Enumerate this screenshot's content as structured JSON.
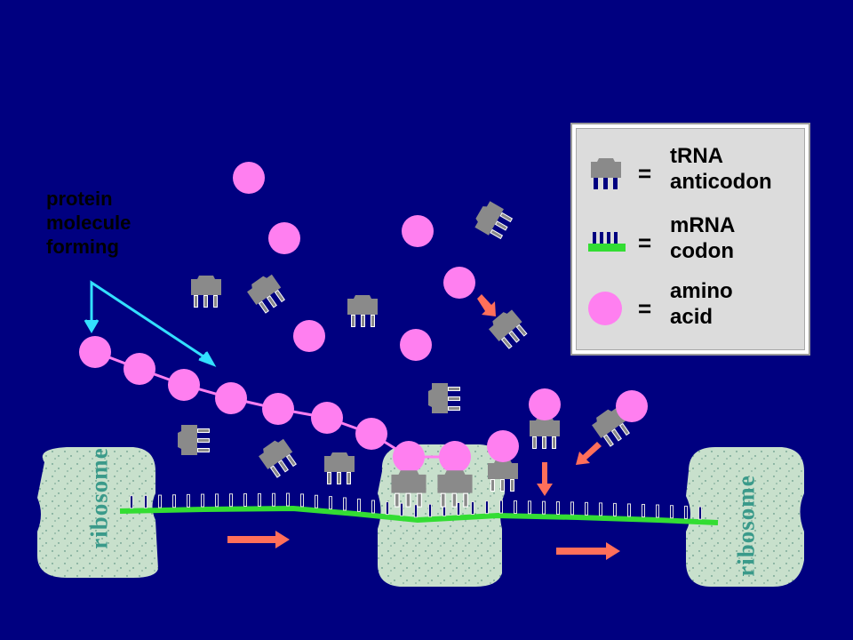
{
  "colors": {
    "background": "#000080",
    "amino_acid": "#ff7ff0",
    "trna": "#8a8a8a",
    "mrna_strand": "#33dd33",
    "ribosome": "#c8e0cc",
    "arrow_red": "#ff6f5a",
    "arrow_cyan": "#33e0ff"
  },
  "annotation": {
    "line1": "protein",
    "line2": "molecule",
    "line3": "forming"
  },
  "ribosomes": {
    "left_label": "ribosome",
    "right_label": "ribosome"
  },
  "legend": {
    "items": [
      {
        "icon": "trna-icon",
        "equals": "=",
        "line1": "tRNA",
        "line2": "anticodon"
      },
      {
        "icon": "mrna-codon-icon",
        "equals": "=",
        "line1": "mRNA",
        "line2": "codon"
      },
      {
        "icon": "amino-acid-icon",
        "equals": "=",
        "line1": "amino",
        "line2": "acid"
      }
    ]
  }
}
